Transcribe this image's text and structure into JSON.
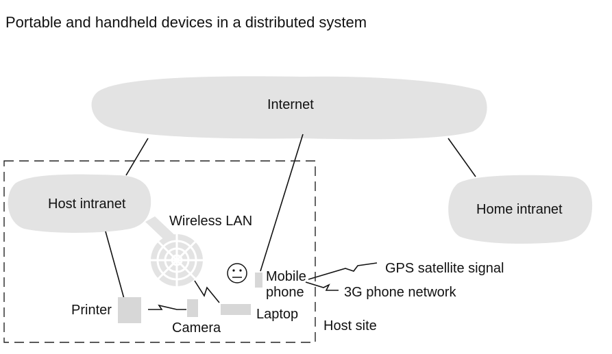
{
  "title": "Portable and handheld devices in a distributed system",
  "nodes": {
    "internet": "Internet",
    "host_intranet": "Host intranet",
    "home_intranet": "Home intranet",
    "wireless_lan": "Wireless LAN",
    "printer": "Printer",
    "camera": "Camera",
    "laptop": "Laptop",
    "mobile_phone_line1": "Mobile",
    "mobile_phone_line2": "phone",
    "gps": "GPS satellite signal",
    "phone_network": "3G phone network",
    "host_site": "Host site"
  },
  "colors": {
    "cloud": "#e3e3e3",
    "device": "#d7d7d7",
    "line": "#111111",
    "wireless_hub": "#e3e3e3"
  },
  "icons": {
    "user": "smiley-face-icon",
    "wireless": "wireless-hub-icon"
  }
}
